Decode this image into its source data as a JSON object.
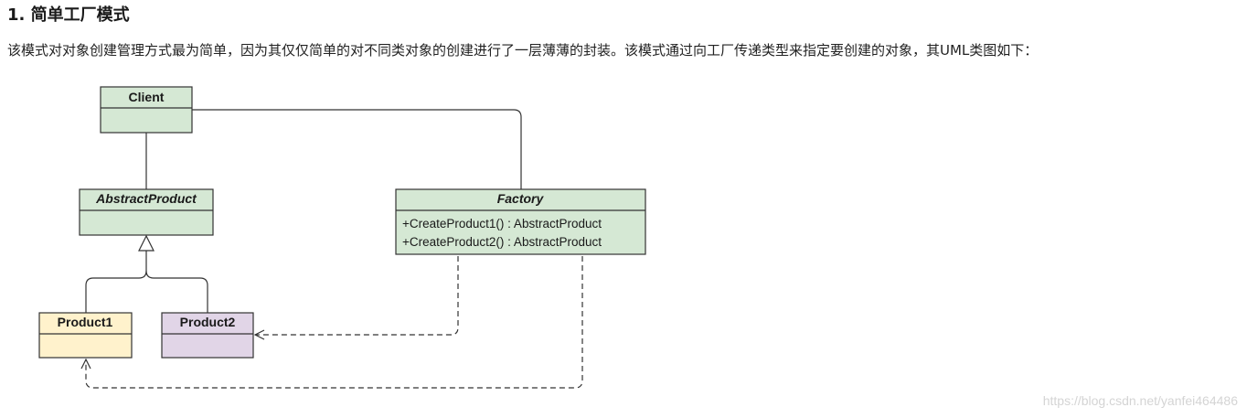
{
  "heading": "1. 简单工厂模式",
  "paragraph": "该模式对对象创建管理方式最为简单，因为其仅仅简单的对不同类对象的创建进行了一层薄薄的封装。该模式通过向工厂传递类型来指定要创建的对象，其UML类图如下：",
  "diagram": {
    "classes": {
      "client": {
        "name": "Client",
        "fill": "#d5e8d4"
      },
      "abstract_product": {
        "name": "AbstractProduct",
        "fill": "#d5e8d4"
      },
      "factory": {
        "name": "Factory",
        "fill": "#d5e8d4",
        "methods": [
          "+CreateProduct1() : AbstractProduct",
          "+CreateProduct2() : AbstractProduct"
        ]
      },
      "product1": {
        "name": "Product1",
        "fill": "#fff2cc"
      },
      "product2": {
        "name": "Product2",
        "fill": "#e1d5e7"
      }
    }
  },
  "watermark": "https://blog.csdn.net/yanfei464486"
}
